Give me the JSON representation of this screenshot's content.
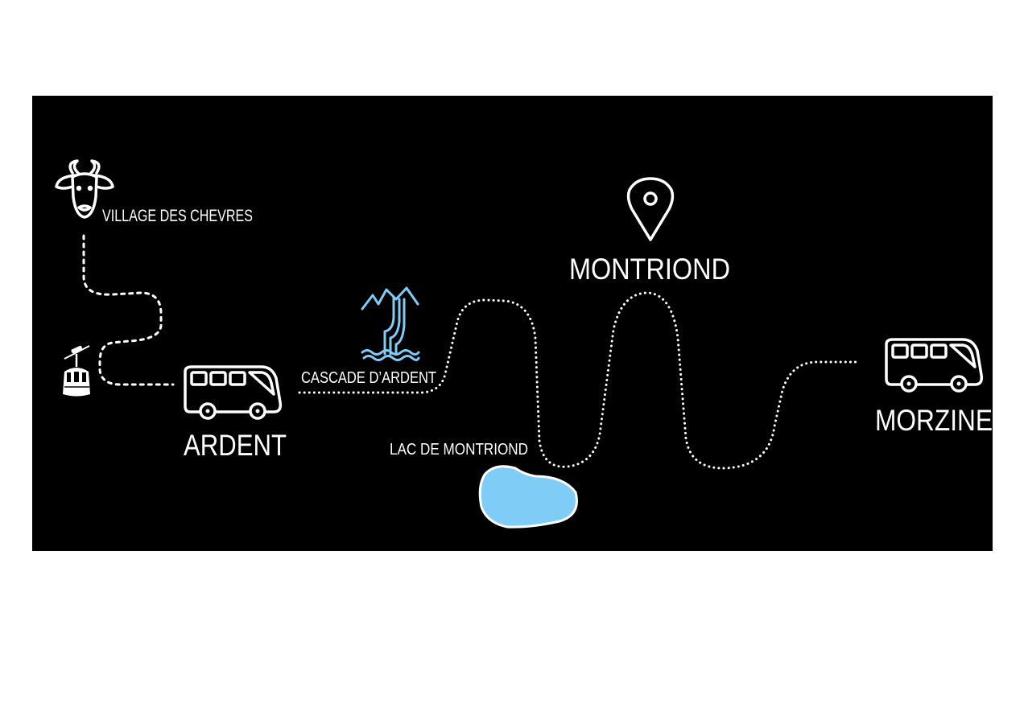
{
  "map": {
    "places": {
      "village": "VILLAGE DES CHEVRES",
      "ardent": "ARDENT",
      "cascade": "CASCADE D’ARDENT",
      "lac": "LAC DE MONTRIOND",
      "montriond": "MONTRIOND",
      "morzine": "MORZINE"
    },
    "colors": {
      "background": "#000000",
      "water": "#7fcdf7",
      "route": "#ffffff"
    },
    "icons": [
      "goat-icon",
      "gondola-icon",
      "bus-icon",
      "waterfall-icon",
      "map-pin-icon",
      "lake-icon",
      "bus-icon"
    ]
  }
}
